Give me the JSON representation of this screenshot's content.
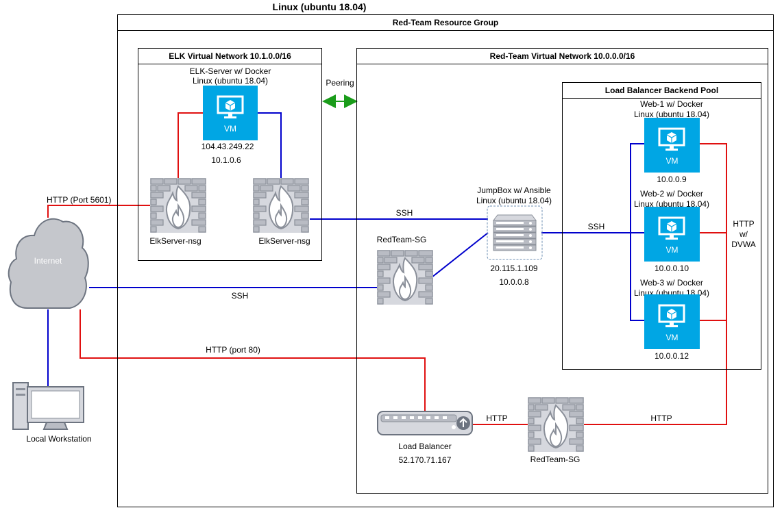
{
  "title": "Linux (ubuntu 18.04)",
  "resource_group": {
    "title": "Red-Team Resource Group"
  },
  "elk_network": {
    "title": "ELK Virtual Network 10.1.0.0/16",
    "server_name": "ELK-Server w/ Docker",
    "server_os": "Linux (ubuntu 18.04)",
    "vm_label": "VM",
    "public_ip": "104.43.249.22",
    "private_ip": "10.1.0.6",
    "nsg_left": "ElkServer-nsg",
    "nsg_right": "ElkServer-nsg"
  },
  "peering_label": "Peering",
  "redteam_network": {
    "title": "Red-Team Virtual Network 10.0.0.0/16",
    "redteam_sg": "RedTeam-SG",
    "jumpbox_name": "JumpBox w/ Ansible",
    "jumpbox_os": "Linux (ubuntu 18.04)",
    "jumpbox_public_ip": "20.115.1.109",
    "jumpbox_private_ip": "10.0.0.8",
    "load_balancer_label": "Load Balancer",
    "load_balancer_ip": "52.170.71.167",
    "redteam_sg_bottom": "RedTeam-SG"
  },
  "backend_pool": {
    "title": "Load Balancer Backend Pool",
    "vms": [
      {
        "name": "Web-1 w/ Docker",
        "os": "Linux (ubuntu 18.04)",
        "ip": "10.0.0.9",
        "vm_label": "VM"
      },
      {
        "name": "Web-2 w/ Docker",
        "os": "Linux (ubuntu 18.04)",
        "ip": "10.0.0.10",
        "vm_label": "VM"
      },
      {
        "name": "Web-3 w/ Docker",
        "os": "Linux (ubuntu 18.04)",
        "ip": "10.0.0.12",
        "vm_label": "VM"
      }
    ]
  },
  "internet_label": "Internet",
  "workstation_label": "Local Workstation",
  "connections": {
    "http_5601": "HTTP (Port 5601)",
    "ssh_elk": "SSH",
    "ssh_internet": "SSH",
    "ssh_backend": "SSH",
    "http_port_80": "HTTP (port 80)",
    "http_lb_sg": "HTTP",
    "http_sg_pool": "HTTP",
    "http_dvwa_1": "HTTP",
    "http_dvwa_2": "w/",
    "http_dvwa_3": "DVWA"
  },
  "colors": {
    "vm_blue": "#00a6e4",
    "ssh_line": "#0000cc",
    "http_line": "#e01010",
    "peering": "#1a9c1a"
  }
}
